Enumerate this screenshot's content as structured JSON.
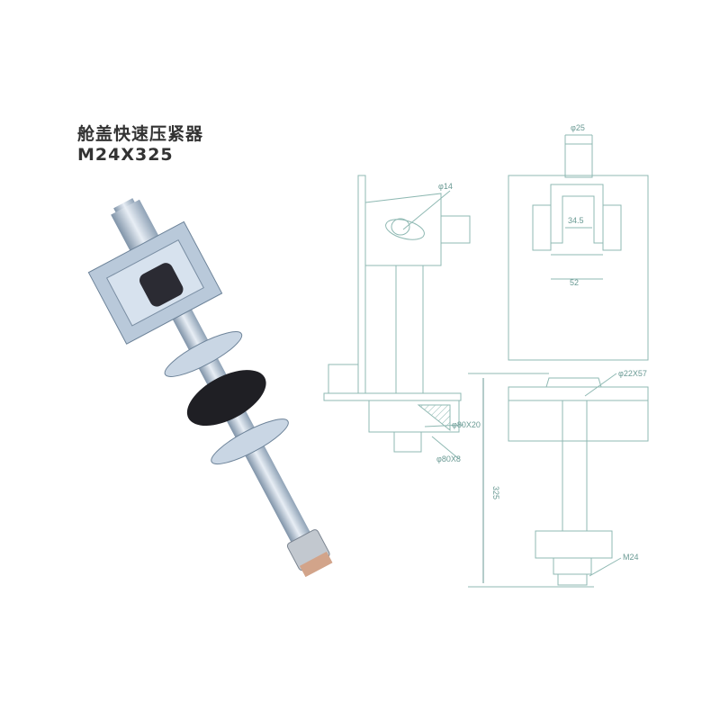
{
  "product": {
    "name_cn": "舱盖快速压紧器",
    "model": "M24X325"
  },
  "drawing": {
    "labels": {
      "phi25": "φ25",
      "phi14": "φ14",
      "w34_5": "34.5",
      "w52": "52",
      "phi22x57": "φ22X57",
      "phi80x20": "φ80X20",
      "phi80x8": "φ80X8",
      "len325": "325",
      "m24": "M24"
    },
    "colors": {
      "line": "#8fb9b3",
      "dim": "#6a9a94"
    }
  }
}
